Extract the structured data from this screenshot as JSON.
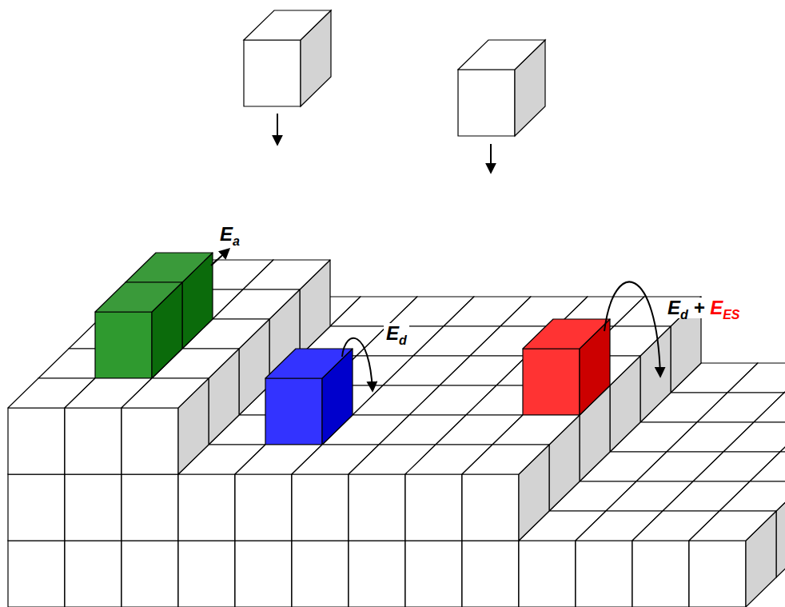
{
  "diagram": {
    "labels": [
      "Ea",
      "Ed",
      "Ed + EES"
    ]
  }
}
